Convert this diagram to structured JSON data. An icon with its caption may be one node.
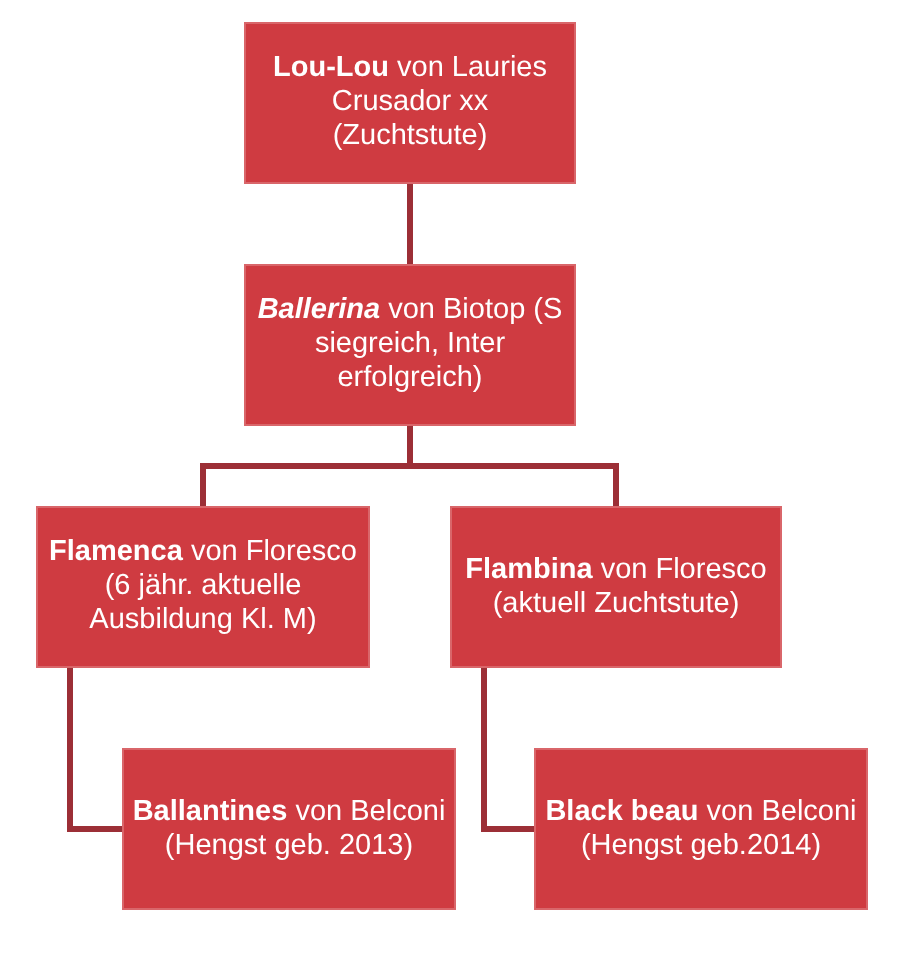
{
  "diagram": {
    "nodes": [
      {
        "text": [
          "**Lou-Lou** von Lauries Crusador xx (Zuchtstute)"
        ]
      },
      {
        "text": [
          "*Ballerina* von Biotop (S siegreich, Inter erfolgreich)"
        ]
      },
      {
        "text": [
          "**Flamenca** von Floresco (6 jähr. aktuelle Ausbildung Kl. M)"
        ]
      },
      {
        "text": [
          "**Flambina** von Floresco (aktuell Zuchtstute)"
        ]
      },
      {
        "text": [
          "**Ballantines** von Belconi (Hengst geb. 2013)"
        ]
      },
      {
        "text": [
          "**Black beau** von Belconi (Hengst geb.2014)"
        ]
      }
    ],
    "edges": [
      {
        "from": 0,
        "to": 1,
        "arrow": "none"
      },
      {
        "from": 1,
        "to": 2,
        "arrow": "none"
      },
      {
        "from": 1,
        "to": 3,
        "arrow": "none"
      },
      {
        "from": 2,
        "to": 4,
        "arrow": "none"
      },
      {
        "from": 3,
        "to": 5,
        "arrow": "none"
      }
    ]
  }
}
